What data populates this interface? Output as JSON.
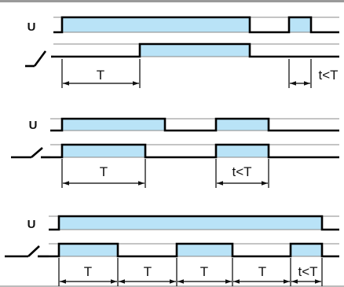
{
  "colors": {
    "pulse_fill": "#b9e3f7",
    "signal_line": "#000000",
    "rail_line": "#8a8a8a",
    "top_border": "#9a9a9a"
  },
  "signal_labels": {
    "supply": "U"
  },
  "diagrams": [
    {
      "name": "diagram-1",
      "segment_labels": [
        "T",
        "t<T"
      ]
    },
    {
      "name": "diagram-2",
      "segment_labels": [
        "T",
        "t<T"
      ]
    },
    {
      "name": "diagram-3",
      "segment_labels": [
        "T",
        "T",
        "T",
        "T",
        "t<T"
      ]
    }
  ]
}
